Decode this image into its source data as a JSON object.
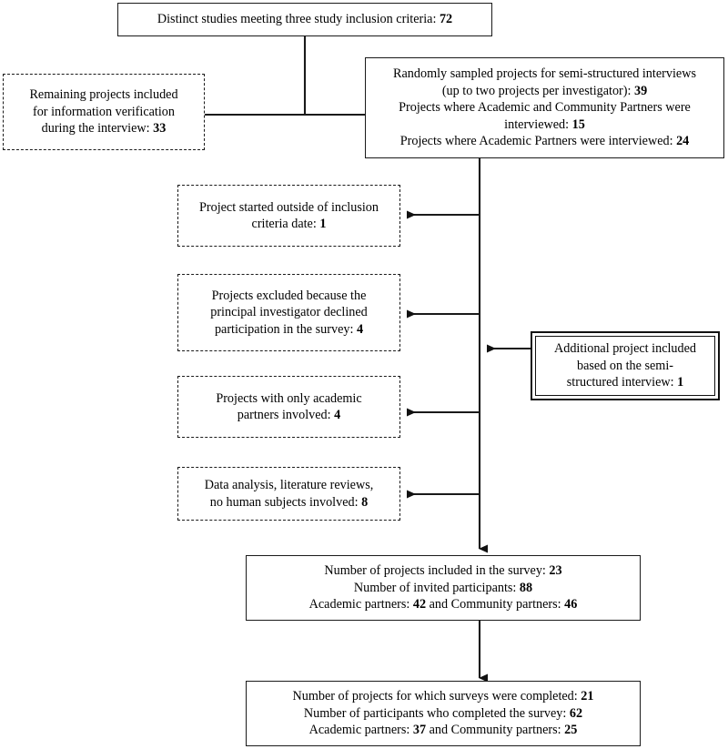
{
  "diagram": {
    "title": "Study inclusion and survey participation flow diagram",
    "type": "flowchart",
    "orientation": "top-down",
    "colors": {
      "line": "#1a1a1a",
      "text": "#000000",
      "background": "#ffffff"
    },
    "nodes": [
      {
        "id": "distinct-studies",
        "name": "distinct-studies-box",
        "border": "solid",
        "text": "Distinct studies meeting three study inclusion criteria: 72",
        "values": {
          "studies": 72
        }
      },
      {
        "id": "remaining-projects",
        "name": "remaining-projects-box",
        "border": "dashed",
        "text": "Remaining projects included\nfor information verification\nduring the interview: 33",
        "values": {
          "remaining": 33
        }
      },
      {
        "id": "randomly-sampled",
        "name": "randomly-sampled-projects-box",
        "border": "solid",
        "text": "Randomly sampled projects for semi-structured interviews\n(up to two projects per investigator): 39\nProjects where Academic and Community Partners were\ninterviewed: 15\nProjects where Academic Partners were interviewed: 24",
        "values": {
          "sampled": 39,
          "academic_and_community": 15,
          "academic_only": 24
        }
      },
      {
        "id": "excluded-date",
        "name": "excluded-outside-date-box",
        "border": "dashed",
        "text": "Project started outside of inclusion\ncriteria date: 1",
        "values": {
          "excluded": 1
        }
      },
      {
        "id": "excluded-declined",
        "name": "excluded-pi-declined-box",
        "border": "dashed",
        "text": "Projects excluded because the\nprincipal investigator declined\nparticipation in the survey: 4",
        "values": {
          "excluded": 4
        }
      },
      {
        "id": "excluded-academic-only",
        "name": "excluded-academic-partners-only-box",
        "border": "dashed",
        "text": "Projects with only academic\npartners involved: 4",
        "values": {
          "excluded": 4
        }
      },
      {
        "id": "excluded-no-human-subjects",
        "name": "excluded-no-human-subjects-box",
        "border": "dashed",
        "text": "Data analysis, literature reviews,\nno human subjects involved: 8",
        "values": {
          "excluded": 8
        }
      },
      {
        "id": "additional-project",
        "name": "additional-project-included-box",
        "border": "double",
        "text": "Additional project included\nbased on the semi-\nstructured interview: 1",
        "values": {
          "added": 1
        }
      },
      {
        "id": "included-survey",
        "name": "projects-included-in-survey-box",
        "border": "solid",
        "text": "Number of projects included in the survey: 23\nNumber of invited participants: 88\nAcademic partners: 42 and Community partners: 46",
        "values": {
          "projects": 23,
          "invited_participants": 88,
          "academic_partners": 42,
          "community_partners": 46
        }
      },
      {
        "id": "completed-survey",
        "name": "surveys-completed-box",
        "border": "solid",
        "text": "Number of projects for which surveys were completed: 21\nNumber of participants who completed the survey: 62\nAcademic partners: 37 and Community partners: 25",
        "values": {
          "projects": 21,
          "completed_participants": 62,
          "academic_partners": 37,
          "community_partners": 25
        }
      }
    ],
    "edges": [
      {
        "name": "edge-distinct-to-split",
        "from": "distinct-studies",
        "to": "split-junction",
        "arrow": false
      },
      {
        "name": "edge-split-to-remaining",
        "from": "split-junction",
        "to": "remaining-projects",
        "arrow": false
      },
      {
        "name": "edge-split-to-sampled",
        "from": "split-junction",
        "to": "randomly-sampled",
        "arrow": false
      },
      {
        "name": "edge-sampled-to-excluded-date",
        "from": "randomly-sampled",
        "to": "excluded-date",
        "arrow": true,
        "direction": "left"
      },
      {
        "name": "edge-sampled-to-excluded-declined",
        "from": "randomly-sampled",
        "to": "excluded-declined",
        "arrow": true,
        "direction": "left"
      },
      {
        "name": "edge-sampled-to-excluded-academic-only",
        "from": "randomly-sampled",
        "to": "excluded-academic-only",
        "arrow": true,
        "direction": "left"
      },
      {
        "name": "edge-sampled-to-excluded-no-human-subjects",
        "from": "randomly-sampled",
        "to": "excluded-no-human-subjects",
        "arrow": true,
        "direction": "left"
      },
      {
        "name": "edge-additional-to-spine",
        "from": "additional-project",
        "to": "spine",
        "arrow": true,
        "direction": "left"
      },
      {
        "name": "edge-spine-to-included-survey",
        "from": "randomly-sampled",
        "to": "included-survey",
        "arrow": true,
        "direction": "down"
      },
      {
        "name": "edge-included-to-completed",
        "from": "included-survey",
        "to": "completed-survey",
        "arrow": true,
        "direction": "down"
      }
    ]
  }
}
